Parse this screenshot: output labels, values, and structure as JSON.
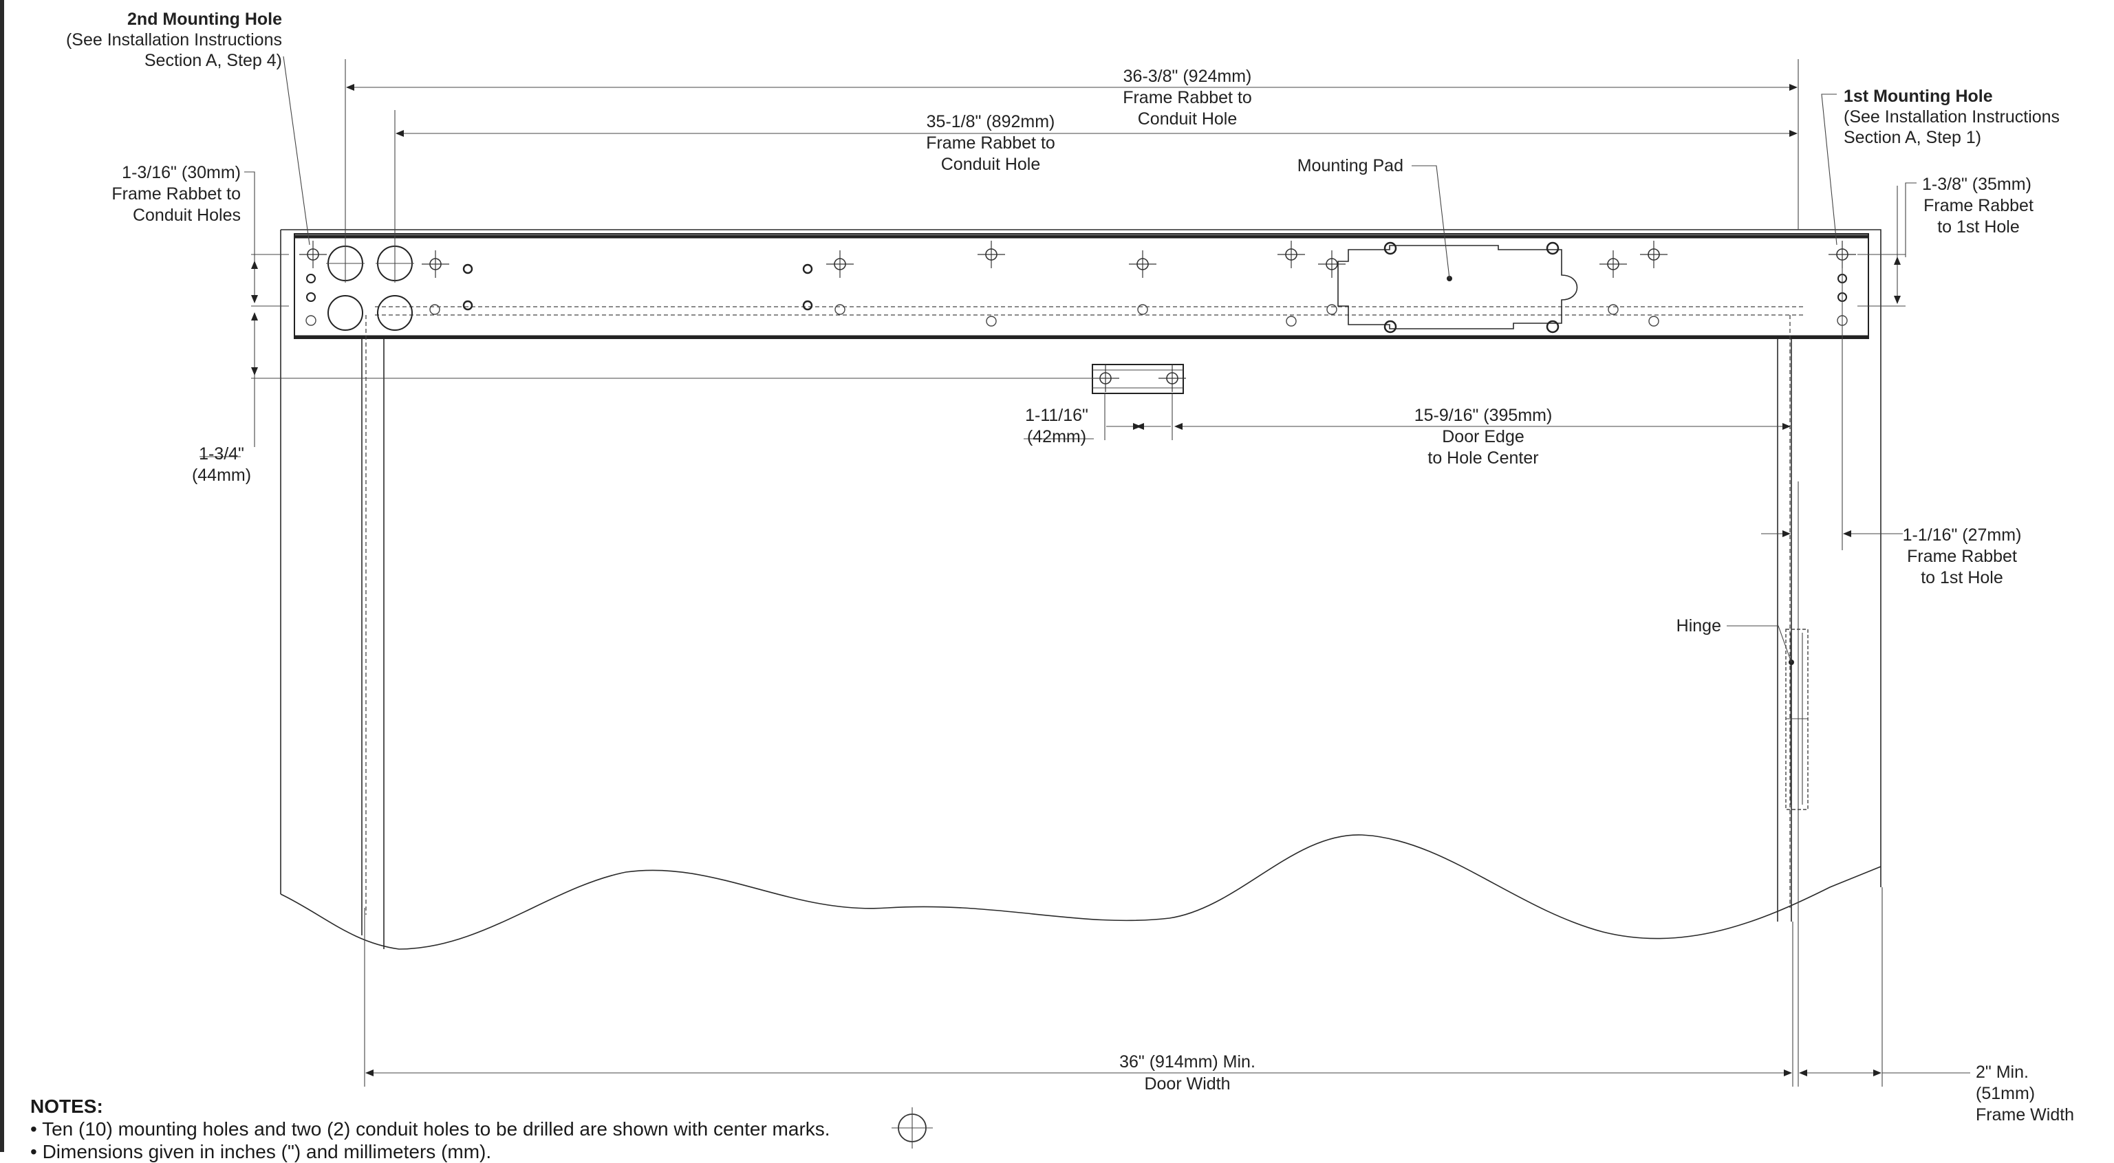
{
  "labels": {
    "hole2_title": "2nd Mounting Hole",
    "hole2_l1": "(See Installation Instructions",
    "hole2_l2": "Section A, Step 4)",
    "hole1_title": "1st Mounting Hole",
    "hole1_l1": "(See Installation Instructions",
    "hole1_l2": "Section A, Step 1)",
    "dim_924_l1": "36-3/8\" (924mm)",
    "dim_924_l2": "Frame Rabbet to",
    "dim_924_l3": "Conduit Hole",
    "dim_892_l1": "35-1/8\" (892mm)",
    "dim_892_l2": "Frame Rabbet to",
    "dim_892_l3": "Conduit Hole",
    "dim_30_l1": "1-3/16\" (30mm)",
    "dim_30_l2": "Frame Rabbet to",
    "dim_30_l3": "Conduit Holes",
    "mounting_pad": "Mounting Pad",
    "dim_35_l1": "1-3/8\" (35mm)",
    "dim_35_l2": "Frame Rabbet",
    "dim_35_l3": "to 1st Hole",
    "dim_44_l1": "1-3/4\"",
    "dim_44_l2": "(44mm)",
    "dim_42_l1": "1-11/16\"",
    "dim_42_l2": "(42mm)",
    "dim_395_l1": "15-9/16\" (395mm)",
    "dim_395_l2": "Door Edge",
    "dim_395_l3": "to Hole Center",
    "dim_27_l1": "1-1/16\" (27mm)",
    "dim_27_l2": "Frame Rabbet",
    "dim_27_l3": "to 1st Hole",
    "hinge": "Hinge",
    "dim_914_l1": "36\" (914mm) Min.",
    "dim_914_l2": "Door Width",
    "dim_51_l1": "2\" Min.",
    "dim_51_l2": "(51mm)",
    "dim_51_l3": "Frame Width"
  },
  "notes": {
    "title": "NOTES:",
    "items": [
      "• Ten (10) mounting holes and two (2) conduit holes to be drilled are shown with center marks.",
      "• Dimensions given in inches (\") and millimeters (mm)."
    ]
  }
}
